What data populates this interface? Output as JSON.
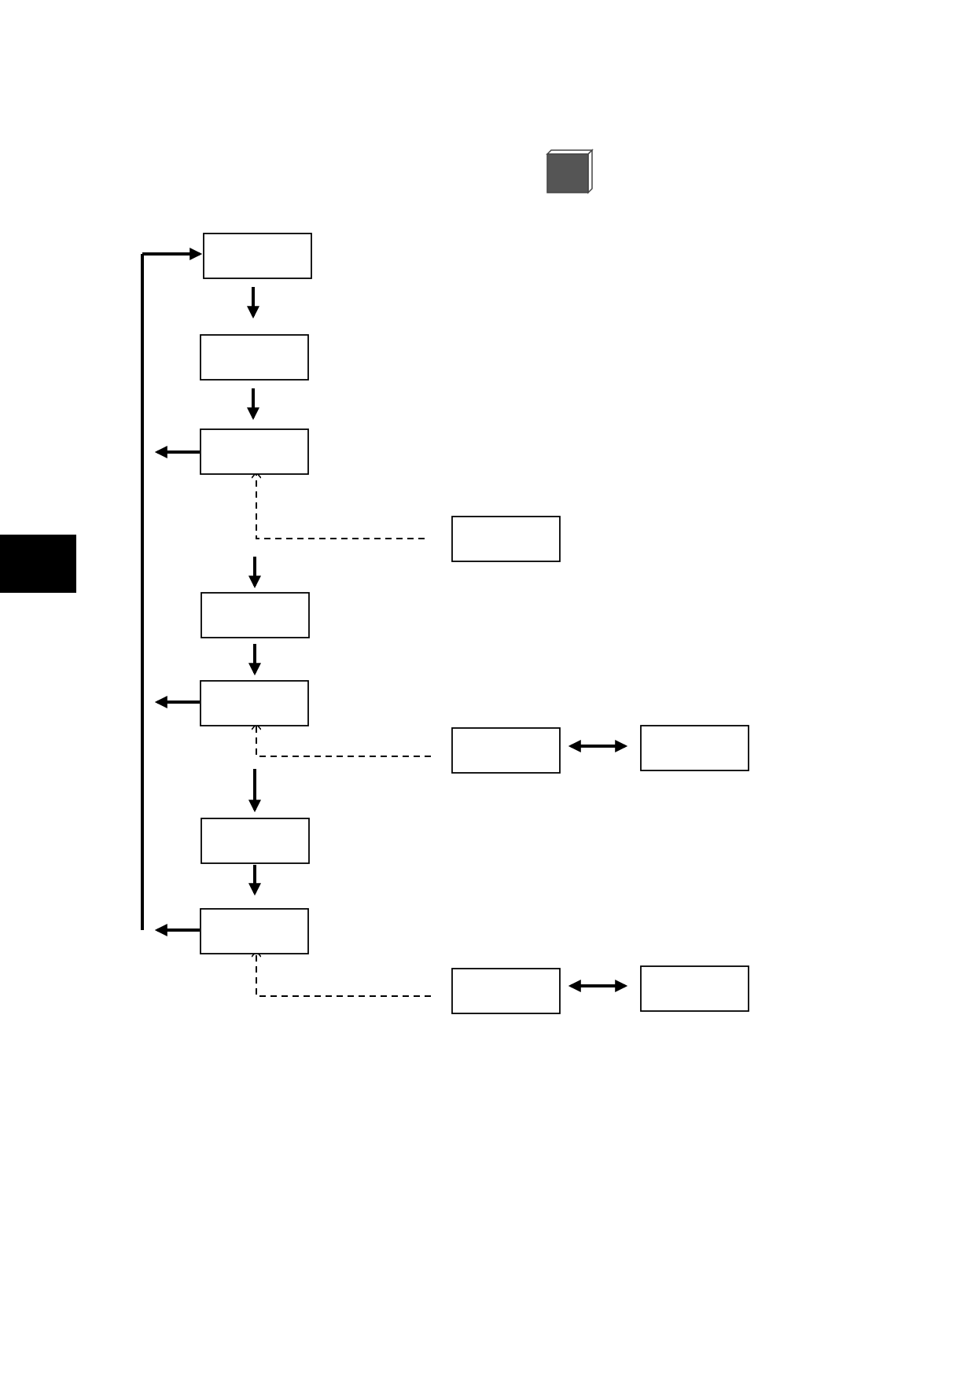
{
  "colors": {
    "stroke": "#000000",
    "background": "#ffffff",
    "cube_front": "#555555",
    "side_tab": "#000000"
  },
  "decorations": {
    "cube_icon": "cube-icon",
    "side_tab": "black-side-tab"
  },
  "nodes": [
    {
      "id": "step-1",
      "label": ""
    },
    {
      "id": "step-2",
      "label": ""
    },
    {
      "id": "step-3",
      "label": ""
    },
    {
      "id": "step-4",
      "label": ""
    },
    {
      "id": "step-5",
      "label": ""
    },
    {
      "id": "step-6",
      "label": ""
    },
    {
      "id": "step-7",
      "label": ""
    },
    {
      "id": "side-a",
      "label": ""
    },
    {
      "id": "side-b",
      "label": ""
    },
    {
      "id": "side-b-partner",
      "label": ""
    },
    {
      "id": "side-c",
      "label": ""
    },
    {
      "id": "side-c-partner",
      "label": ""
    }
  ],
  "edges": [
    {
      "from": "step-1",
      "to": "step-2",
      "style": "solid"
    },
    {
      "from": "step-2",
      "to": "step-3",
      "style": "solid"
    },
    {
      "from": "step-3",
      "to": "step-4",
      "style": "solid"
    },
    {
      "from": "step-4",
      "to": "step-5",
      "style": "solid"
    },
    {
      "from": "step-5",
      "to": "step-6",
      "style": "solid"
    },
    {
      "from": "step-6",
      "to": "step-7",
      "style": "solid"
    },
    {
      "from": "step-3",
      "to": "step-1",
      "style": "solid",
      "route": "feedback-loop"
    },
    {
      "from": "step-5",
      "to": "step-1",
      "style": "solid",
      "route": "feedback-loop"
    },
    {
      "from": "step-7",
      "to": "step-1",
      "style": "solid",
      "route": "feedback-loop"
    },
    {
      "from": "side-a",
      "to": "step-3",
      "style": "dashed"
    },
    {
      "from": "side-b",
      "to": "step-5",
      "style": "dashed"
    },
    {
      "from": "side-c",
      "to": "step-7",
      "style": "dashed"
    },
    {
      "from": "side-b",
      "to": "side-b-partner",
      "style": "bidirectional"
    },
    {
      "from": "side-c",
      "to": "side-c-partner",
      "style": "bidirectional"
    }
  ]
}
